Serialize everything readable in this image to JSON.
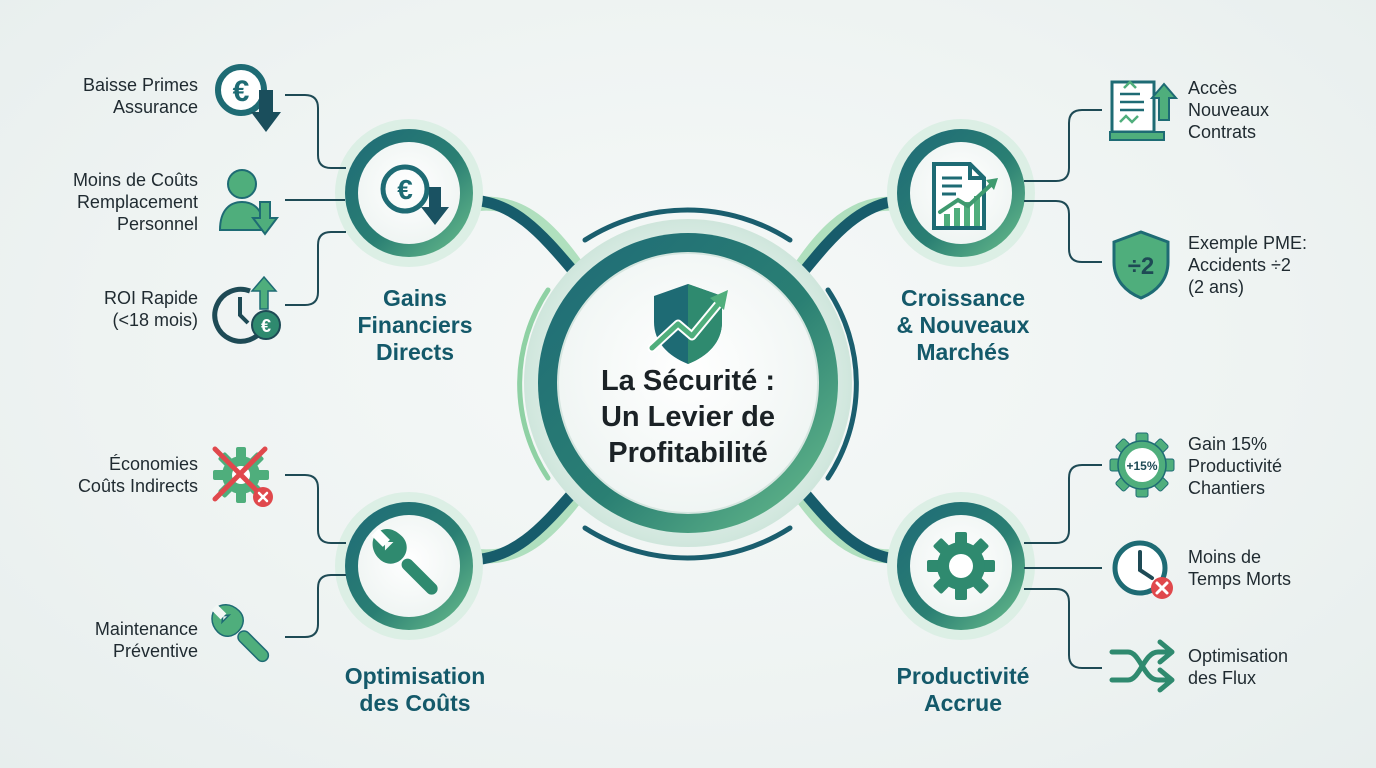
{
  "center": {
    "title": "La Sécurité :\nUn Levier de\nProfitabilité",
    "icon": "shield-growth-icon"
  },
  "hubs": [
    {
      "id": "gains",
      "title": "Gains\nFinanciers\nDirects",
      "icon": "euro-down-icon",
      "items": [
        {
          "label": "Baisse Primes\nAssurance",
          "icon": "euro-down-icon"
        },
        {
          "label": "Moins de Coûts\nRemplacement\nPersonnel",
          "icon": "person-down-icon"
        },
        {
          "label": "ROI Rapide\n(<18 mois)",
          "icon": "clock-euro-up-icon"
        }
      ]
    },
    {
      "id": "croissance",
      "title": "Croissance\n& Nouveaux\nMarchés",
      "icon": "document-chart-icon",
      "items": [
        {
          "label": "Accès\nNouveaux\nContrats",
          "icon": "contract-up-icon"
        },
        {
          "label": "Exemple PME:\nAccidents ÷2\n(2 ans)",
          "icon": "shield-divide-icon",
          "badge": "÷2"
        }
      ]
    },
    {
      "id": "optimisation",
      "title": "Optimisation\ndes Coûts",
      "icon": "wrench-icon",
      "items": [
        {
          "label": "Économies\nCoûts Indirects",
          "icon": "gear-crossed-icon"
        },
        {
          "label": "Maintenance\nPréventive",
          "icon": "wrench-icon"
        }
      ]
    },
    {
      "id": "productivite",
      "title": "Productivité\nAccrue",
      "icon": "gear-icon",
      "items": [
        {
          "label": "Gain 15%\nProductivité\nChantiers",
          "icon": "gear-percent-icon",
          "badge": "+15%"
        },
        {
          "label": "Moins de\nTemps Morts",
          "icon": "clock-cancel-icon"
        },
        {
          "label": "Optimisation\ndes Flux",
          "icon": "shuffle-arrows-icon"
        }
      ]
    }
  ],
  "colors": {
    "teal_dark": "#14596a",
    "teal": "#1f6f76",
    "green": "#3f9a6f",
    "green_light": "#8fd1a4",
    "alert_red": "#e0484c",
    "text": "#1f2a30"
  }
}
